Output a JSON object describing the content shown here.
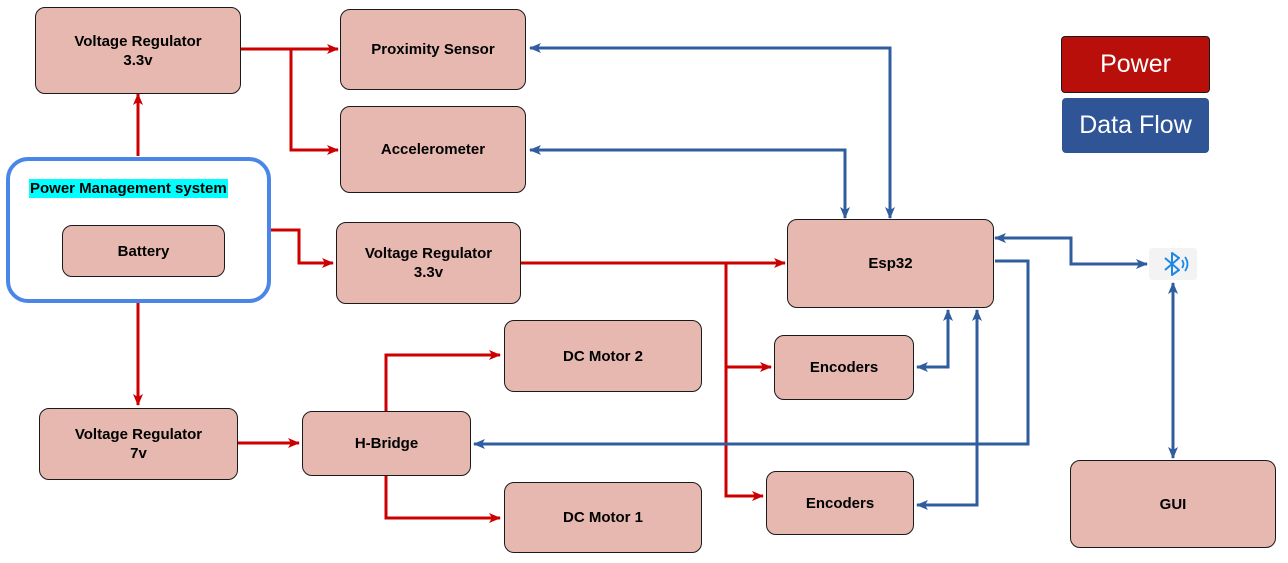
{
  "nodes": {
    "vr_top": [
      "Voltage Regulator",
      "3.3v"
    ],
    "proximity": "Proximity Sensor",
    "accelerometer": "Accelerometer",
    "power_mgmt_title": "Power Management system",
    "battery": "Battery",
    "vr_mid": [
      "Voltage Regulator",
      "3.3v"
    ],
    "esp32": "Esp32",
    "dc_motor_2": "DC Motor 2",
    "encoders_top": "Encoders",
    "vr_7v": [
      "Voltage Regulator",
      "7v"
    ],
    "h_bridge": "H-Bridge",
    "dc_motor_1": "DC Motor 1",
    "encoders_bottom": "Encoders",
    "gui": "GUI"
  },
  "legend": {
    "power": "Power",
    "data_flow": "Data Flow"
  },
  "colors": {
    "power": "#cc0000",
    "data_flow": "#2f5d9e",
    "legend_power_bg": "#b80f0a",
    "legend_data_bg": "#2f5597",
    "node_fill": "#e6b8af",
    "group_border": "#4a86e8",
    "group_title_bg": "#00ffff"
  },
  "icons": {
    "bluetooth": "bluetooth-icon"
  },
  "connections": [
    {
      "from": "Power Management system",
      "to": "Voltage Regulator 3.3v (top)",
      "type": "power"
    },
    {
      "from": "Voltage Regulator 3.3v (top)",
      "to": "Proximity Sensor",
      "type": "power"
    },
    {
      "from": "Voltage Regulator 3.3v (top)",
      "to": "Accelerometer",
      "type": "power"
    },
    {
      "from": "Power Management system",
      "to": "Voltage Regulator 3.3v (middle)",
      "type": "power"
    },
    {
      "from": "Voltage Regulator 3.3v (middle)",
      "to": "Esp32",
      "type": "power"
    },
    {
      "from": "Voltage Regulator 3.3v (middle)",
      "to": "Encoders (top)",
      "type": "power"
    },
    {
      "from": "Voltage Regulator 3.3v (middle)",
      "to": "Encoders (bottom)",
      "type": "power"
    },
    {
      "from": "Power Management system",
      "to": "Voltage Regulator 7v",
      "type": "power"
    },
    {
      "from": "Voltage Regulator 7v",
      "to": "H-Bridge",
      "type": "power"
    },
    {
      "from": "H-Bridge",
      "to": "DC Motor 2",
      "type": "power"
    },
    {
      "from": "H-Bridge",
      "to": "DC Motor 1",
      "type": "power"
    },
    {
      "from": "Esp32",
      "to": "Proximity Sensor",
      "type": "data",
      "bidirectional": true
    },
    {
      "from": "Esp32",
      "to": "Accelerometer",
      "type": "data",
      "bidirectional": true
    },
    {
      "from": "Esp32",
      "to": "Encoders (top)",
      "type": "data",
      "bidirectional": true
    },
    {
      "from": "Esp32",
      "to": "Encoders (bottom)",
      "type": "data",
      "bidirectional": true
    },
    {
      "from": "Esp32",
      "to": "H-Bridge",
      "type": "data"
    },
    {
      "from": "Esp32",
      "to": "Bluetooth",
      "type": "data",
      "bidirectional": true
    },
    {
      "from": "Bluetooth",
      "to": "GUI",
      "type": "data",
      "bidirectional": true
    }
  ]
}
